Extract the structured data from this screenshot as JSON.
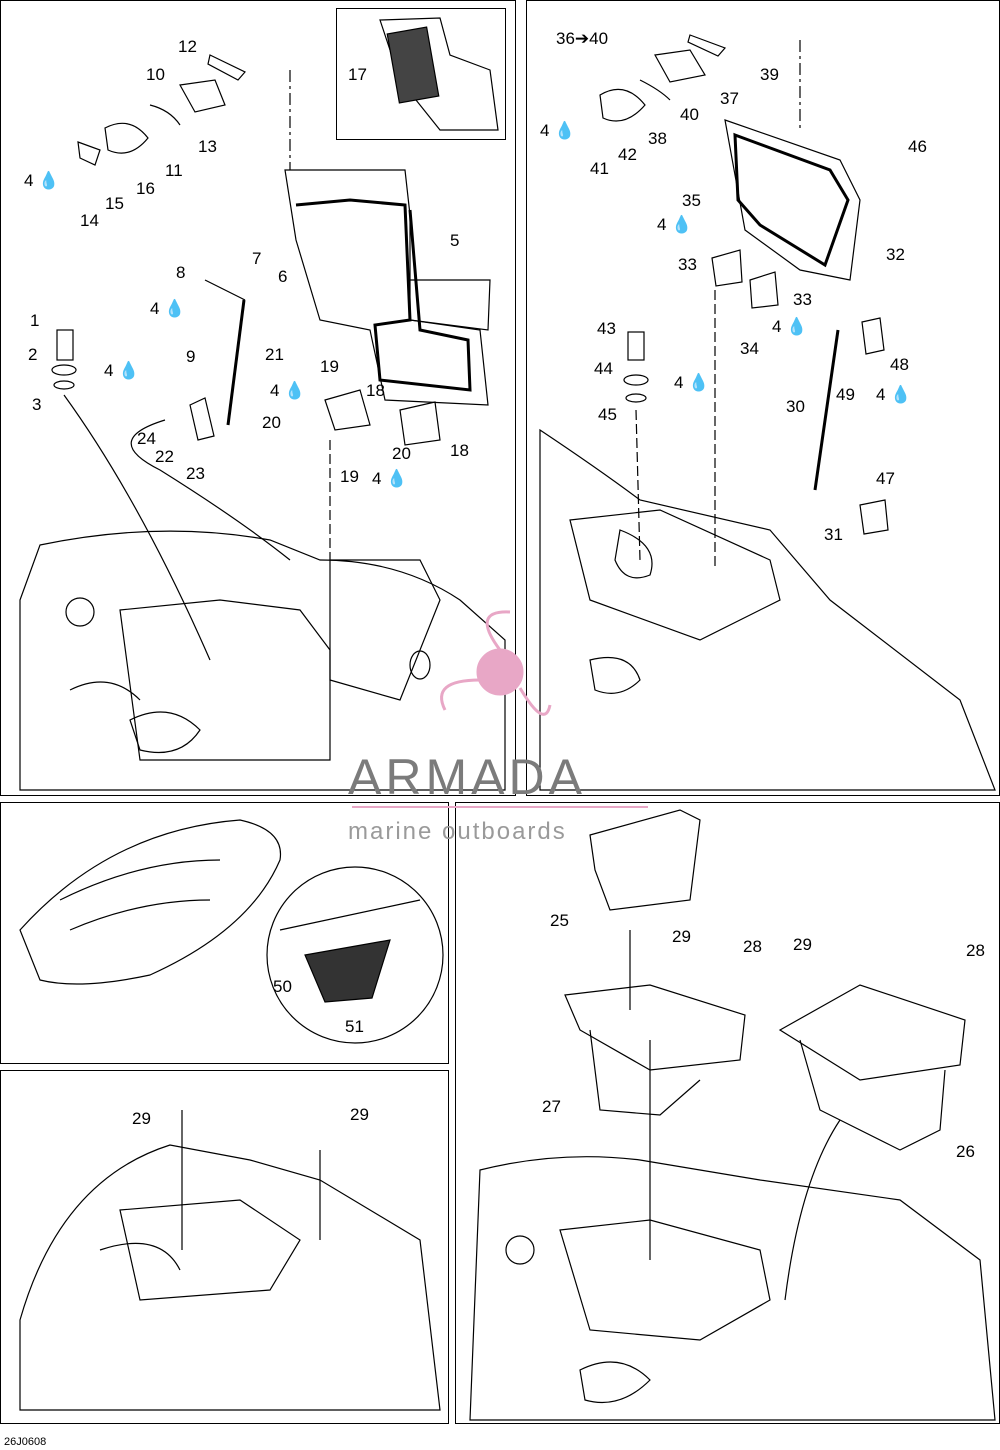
{
  "diagram": {
    "callouts": [
      {
        "id": "c1",
        "text": "1"
      },
      {
        "id": "c2",
        "text": "2"
      },
      {
        "id": "c3",
        "text": "3"
      },
      {
        "id": "c4a",
        "text": "4"
      },
      {
        "id": "c4b",
        "text": "4"
      },
      {
        "id": "c4c",
        "text": "4"
      },
      {
        "id": "c4d",
        "text": "4"
      },
      {
        "id": "c4e",
        "text": "4"
      },
      {
        "id": "c5",
        "text": "5"
      },
      {
        "id": "c6",
        "text": "6"
      },
      {
        "id": "c7",
        "text": "7"
      },
      {
        "id": "c8",
        "text": "8"
      },
      {
        "id": "c9",
        "text": "9"
      },
      {
        "id": "c10",
        "text": "10"
      },
      {
        "id": "c11",
        "text": "11"
      },
      {
        "id": "c12",
        "text": "12"
      },
      {
        "id": "c13",
        "text": "13"
      },
      {
        "id": "c14",
        "text": "14"
      },
      {
        "id": "c15",
        "text": "15"
      },
      {
        "id": "c16",
        "text": "16"
      },
      {
        "id": "c17",
        "text": "17"
      },
      {
        "id": "c18a",
        "text": "18"
      },
      {
        "id": "c18b",
        "text": "18"
      },
      {
        "id": "c19a",
        "text": "19"
      },
      {
        "id": "c19b",
        "text": "19"
      },
      {
        "id": "c20a",
        "text": "20"
      },
      {
        "id": "c20b",
        "text": "20"
      },
      {
        "id": "c21",
        "text": "21"
      },
      {
        "id": "c22",
        "text": "22"
      },
      {
        "id": "c23",
        "text": "23"
      },
      {
        "id": "c24",
        "text": "24"
      },
      {
        "id": "c36",
        "text": "36➔40"
      },
      {
        "id": "c39",
        "text": "39"
      },
      {
        "id": "c37",
        "text": "37"
      },
      {
        "id": "c40",
        "text": "40"
      },
      {
        "id": "c38",
        "text": "38"
      },
      {
        "id": "c4f",
        "text": "4"
      },
      {
        "id": "c42",
        "text": "42"
      },
      {
        "id": "c41",
        "text": "41"
      },
      {
        "id": "c46",
        "text": "46"
      },
      {
        "id": "c35",
        "text": "35"
      },
      {
        "id": "c4g",
        "text": "4"
      },
      {
        "id": "c32",
        "text": "32"
      },
      {
        "id": "c33a",
        "text": "33"
      },
      {
        "id": "c33b",
        "text": "33"
      },
      {
        "id": "c4h",
        "text": "4"
      },
      {
        "id": "c34",
        "text": "34"
      },
      {
        "id": "c43",
        "text": "43"
      },
      {
        "id": "c44",
        "text": "44"
      },
      {
        "id": "c4i",
        "text": "4"
      },
      {
        "id": "c45",
        "text": "45"
      },
      {
        "id": "c48",
        "text": "48"
      },
      {
        "id": "c49",
        "text": "49"
      },
      {
        "id": "c4j",
        "text": "4"
      },
      {
        "id": "c30",
        "text": "30"
      },
      {
        "id": "c47",
        "text": "47"
      },
      {
        "id": "c31",
        "text": "31"
      },
      {
        "id": "c50",
        "text": "50"
      },
      {
        "id": "c51",
        "text": "51"
      },
      {
        "id": "c25",
        "text": "25"
      },
      {
        "id": "c29a",
        "text": "29"
      },
      {
        "id": "c28a",
        "text": "28"
      },
      {
        "id": "c29b",
        "text": "29"
      },
      {
        "id": "c28b",
        "text": "28"
      },
      {
        "id": "c27",
        "text": "27"
      },
      {
        "id": "c26",
        "text": "26"
      },
      {
        "id": "c29c",
        "text": "29"
      },
      {
        "id": "c29d",
        "text": "29"
      }
    ],
    "figure_code": "26J0608",
    "watermark": {
      "brand": "ARMADA",
      "tagline": "marine outboards"
    }
  },
  "colors": {
    "line": "#000000",
    "watermark_accent": "#e8a7c6",
    "watermark_text": "#7b7b7b"
  }
}
